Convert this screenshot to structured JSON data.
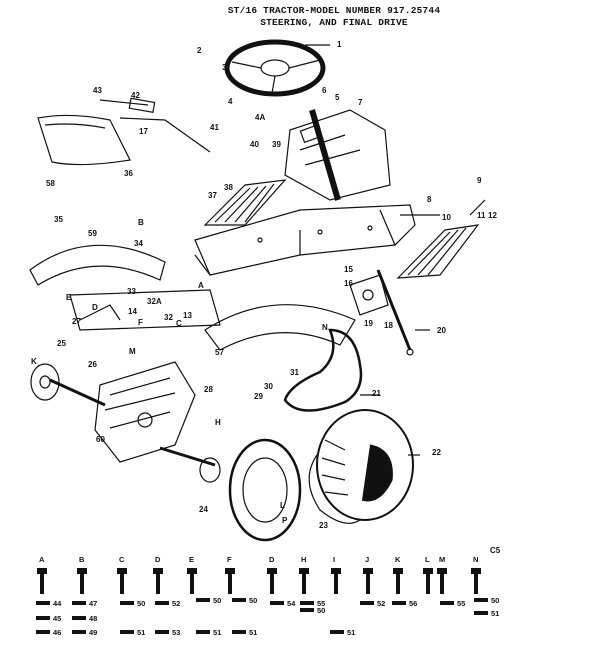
{
  "title_line1": "ST/16 TRACTOR-MODEL NUMBER 917.25744",
  "title_line2": "STEERING, AND FINAL DRIVE",
  "part_labels": [
    "1",
    "2",
    "3",
    "4",
    "4A",
    "5",
    "6",
    "7",
    "8",
    "9",
    "10",
    "11",
    "12",
    "13",
    "14",
    "15",
    "16",
    "17",
    "18",
    "19",
    "20",
    "21",
    "22",
    "23",
    "24",
    "25",
    "26",
    "27",
    "28",
    "29",
    "30",
    "31",
    "32",
    "32A",
    "33",
    "34",
    "35",
    "36",
    "37",
    "38",
    "39",
    "40",
    "41",
    "42",
    "43",
    "44",
    "45",
    "46",
    "47",
    "48",
    "49",
    "50",
    "51",
    "52",
    "53",
    "54",
    "55",
    "56",
    "57",
    "58",
    "59",
    "60"
  ],
  "letter_labels": [
    "A",
    "B",
    "C",
    "D",
    "E",
    "F",
    "H",
    "K",
    "L",
    "M",
    "N",
    "P"
  ],
  "corner_label": "C5",
  "hardware_headers": [
    "A",
    "B",
    "C",
    "D",
    "E",
    "F",
    "D",
    "H",
    "I",
    "J",
    "K",
    "L",
    "M",
    "N"
  ]
}
